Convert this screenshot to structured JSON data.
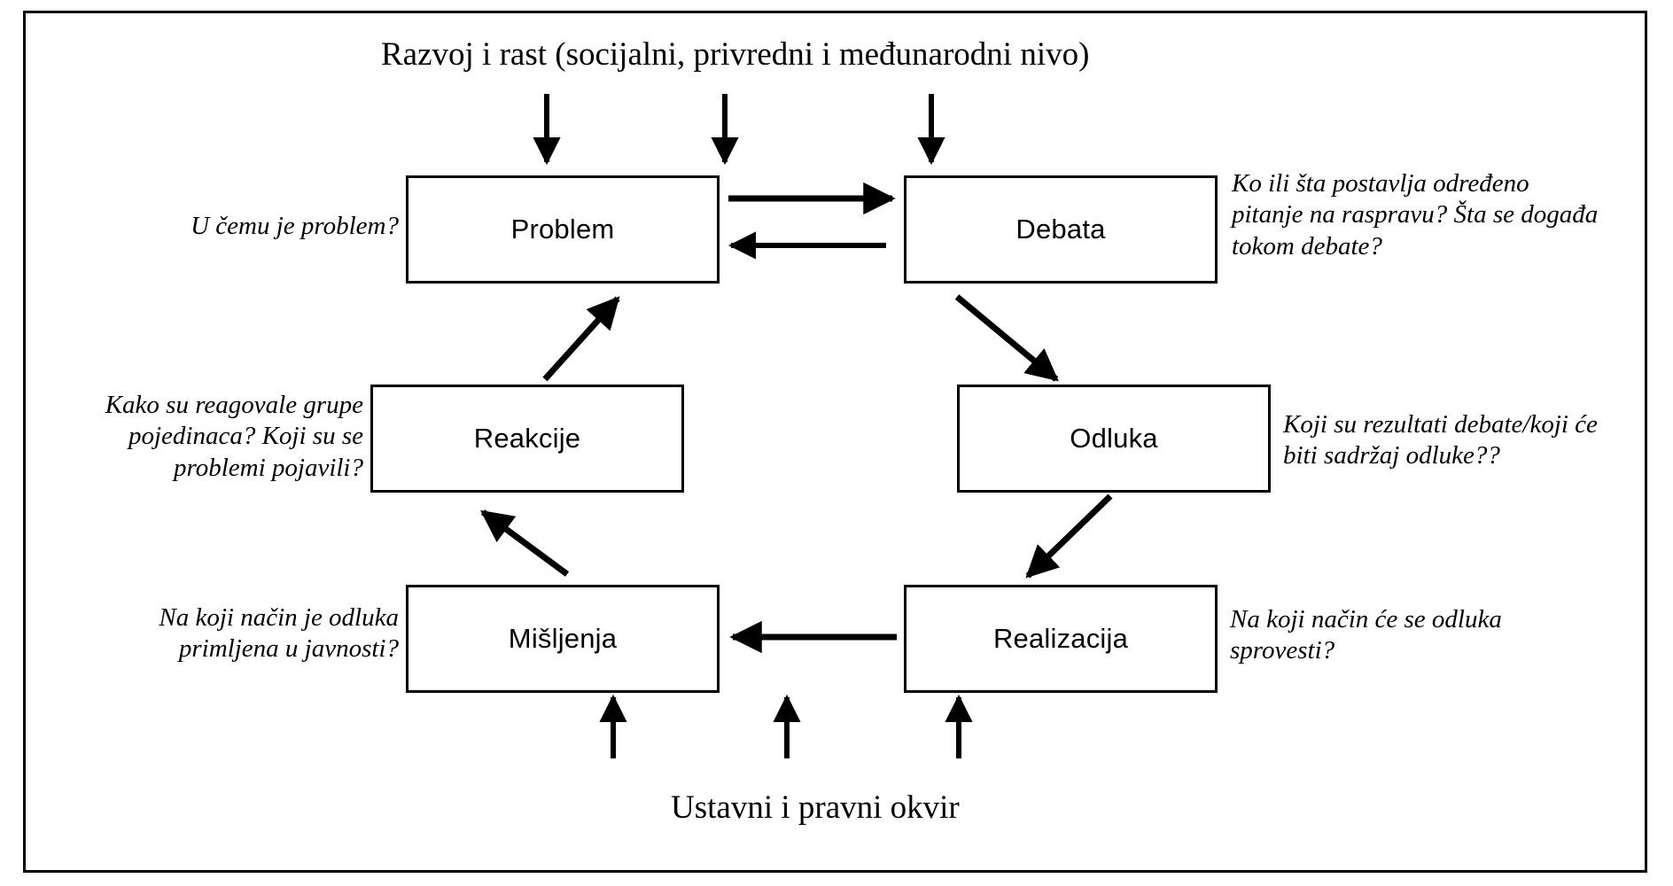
{
  "diagram": {
    "type": "cyclic-process-flowchart",
    "language": "sr",
    "colors": {
      "stroke": "#000000",
      "background": "#ffffff",
      "text": "#000000"
    },
    "top_band_label": "Razvoj i rast (socijalni, privredni i međunarodni nivo)",
    "bottom_band_label": "Ustavni i pravni okvir",
    "nodes": [
      {
        "id": "problem",
        "label": "Problem"
      },
      {
        "id": "debata",
        "label": "Debata"
      },
      {
        "id": "reakcije",
        "label": "Reakcije"
      },
      {
        "id": "odluka",
        "label": "Odluka"
      },
      {
        "id": "misljenja",
        "label": "Mišljenja"
      },
      {
        "id": "realizacija",
        "label": "Realizacija"
      }
    ],
    "annotations": [
      {
        "id": "problem-note",
        "side": "left",
        "text": "U čemu je problem?"
      },
      {
        "id": "debata-note",
        "side": "right",
        "text": "Ko ili šta  postavlja određeno pitanje na raspravu? Šta  se događa tokom debate?"
      },
      {
        "id": "reakcije-note",
        "side": "left",
        "text": "Kako su reagovale grupe pojedinaca? Koji su se problemi pojavili?"
      },
      {
        "id": "odluka-note",
        "side": "right",
        "text": "Koji su rezultati debate/koji će biti sadržaj odluke??"
      },
      {
        "id": "misljenja-note",
        "side": "left",
        "text": "Na koji način je odluka primljena u javnosti?"
      },
      {
        "id": "realizacija-note",
        "side": "right",
        "text": "Na koji način će se odluka sprovesti?"
      }
    ],
    "edges": [
      {
        "from": "problem",
        "to": "debata",
        "style": "horizontal-right"
      },
      {
        "from": "debata",
        "to": "problem",
        "style": "horizontal-left"
      },
      {
        "from": "debata",
        "to": "odluka",
        "style": "diagonal-down-right"
      },
      {
        "from": "odluka",
        "to": "realizacija",
        "style": "diagonal-down-left"
      },
      {
        "from": "realizacija",
        "to": "misljenja",
        "style": "horizontal-left"
      },
      {
        "from": "misljenja",
        "to": "reakcije",
        "style": "diagonal-up-left"
      },
      {
        "from": "reakcije",
        "to": "problem",
        "style": "diagonal-up-right"
      }
    ],
    "external_inputs": {
      "top_arrow_count": 3,
      "bottom_arrow_count": 3
    }
  }
}
